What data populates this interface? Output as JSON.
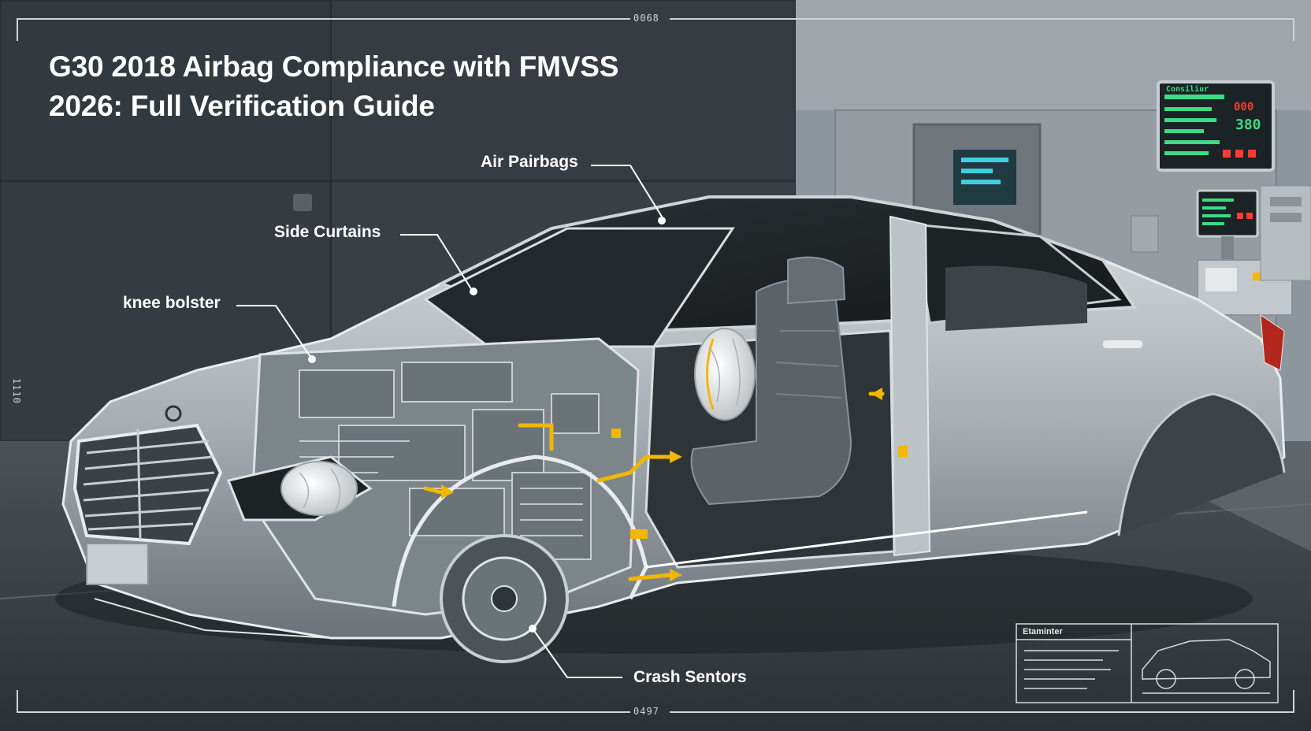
{
  "title": {
    "line1": "G30 2018 Airbag Compliance with FMVSS",
    "line2": "2026: Full Verification Guide"
  },
  "callouts": {
    "air_pairbags": "Air Pairbags",
    "side_curtains": "Side Curtains",
    "knee_bolster": "knee bolster",
    "crash_sensors": "Crash Sentors"
  },
  "frame_codes": {
    "top": "0068",
    "bottom": "0497",
    "left": "1110"
  },
  "monitor": {
    "header": "Consiliur",
    "value1": "000",
    "value2": "380"
  },
  "blueprint": {
    "title": "Etaminter"
  },
  "colors": {
    "accent": "#f2b705",
    "screen_green": "#3ddc84",
    "screen_red": "#ff3b30",
    "screen_cyan": "#3fd0e0"
  }
}
